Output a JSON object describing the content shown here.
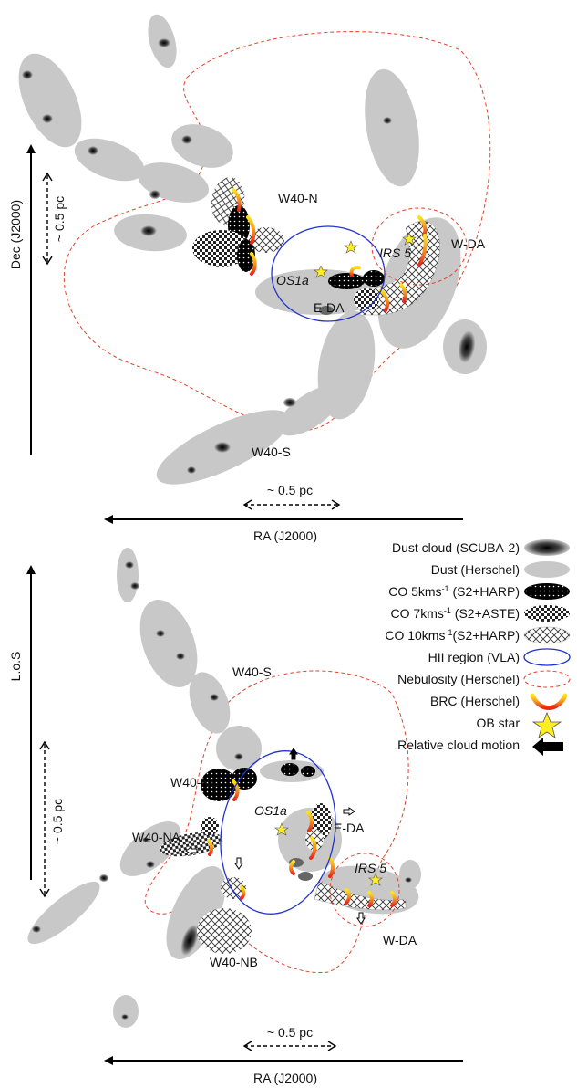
{
  "top_panel": {
    "labels": {
      "w40_n": "W40-N",
      "w_da": "W-DA",
      "irs5": "IRS 5",
      "os1a": "OS1a",
      "e_da": "E-DA",
      "w40_s": "W40-S"
    },
    "y_axis_label": "Dec (J2000)",
    "scale_bar_vertical": "~ 0.5 pc",
    "scale_bar_horizontal": "~ 0.5 pc",
    "x_axis_label": "RA (J2000)"
  },
  "bottom_panel": {
    "labels": {
      "w40_s": "W40-S",
      "w40_nc": "W40-NC",
      "w40_na": "W40-NA",
      "os1a": "OS1a",
      "e_da": "E-DA",
      "irs5": "IRS 5",
      "w40_nb": "W40-NB",
      "w_da": "W-DA"
    },
    "y_axis_label": "L.o.S",
    "scale_bar_vertical": "~ 0.5 pc",
    "scale_bar_horizontal": "~ 0.5 pc",
    "x_axis_label": "RA (J2000)"
  },
  "legend": [
    {
      "key": "dust_scuba",
      "label": "Dust cloud (SCUBA-2)"
    },
    {
      "key": "dust_herschel",
      "label": "Dust (Herschel)"
    },
    {
      "key": "co5",
      "label_pre": "CO 5kms",
      "sup": "-1",
      "label_post": " (S2+HARP)"
    },
    {
      "key": "co7",
      "label_pre": "CO 7kms",
      "sup": "-1",
      "label_post": " (S2+ASTE)"
    },
    {
      "key": "co10",
      "label_pre": "CO 10kms",
      "sup": "-1",
      "label_post": "(S2+HARP)"
    },
    {
      "key": "hii",
      "label": "HII region (VLA)"
    },
    {
      "key": "nebula",
      "label": "Nebulosity (Herschel)"
    },
    {
      "key": "brc",
      "label": "BRC (Herschel)"
    },
    {
      "key": "ob",
      "label": "OB star"
    },
    {
      "key": "motion",
      "label": "Relative cloud motion"
    }
  ],
  "colors": {
    "dust_grey": "#c8c8c8",
    "hii_blue": "#2233cc",
    "nebula_red": "#e8412a",
    "star_yellow": "#ffee22",
    "brc_red": "#e8261c",
    "brc_orange": "#f7941d",
    "brc_yellow": "#ffe31a"
  }
}
